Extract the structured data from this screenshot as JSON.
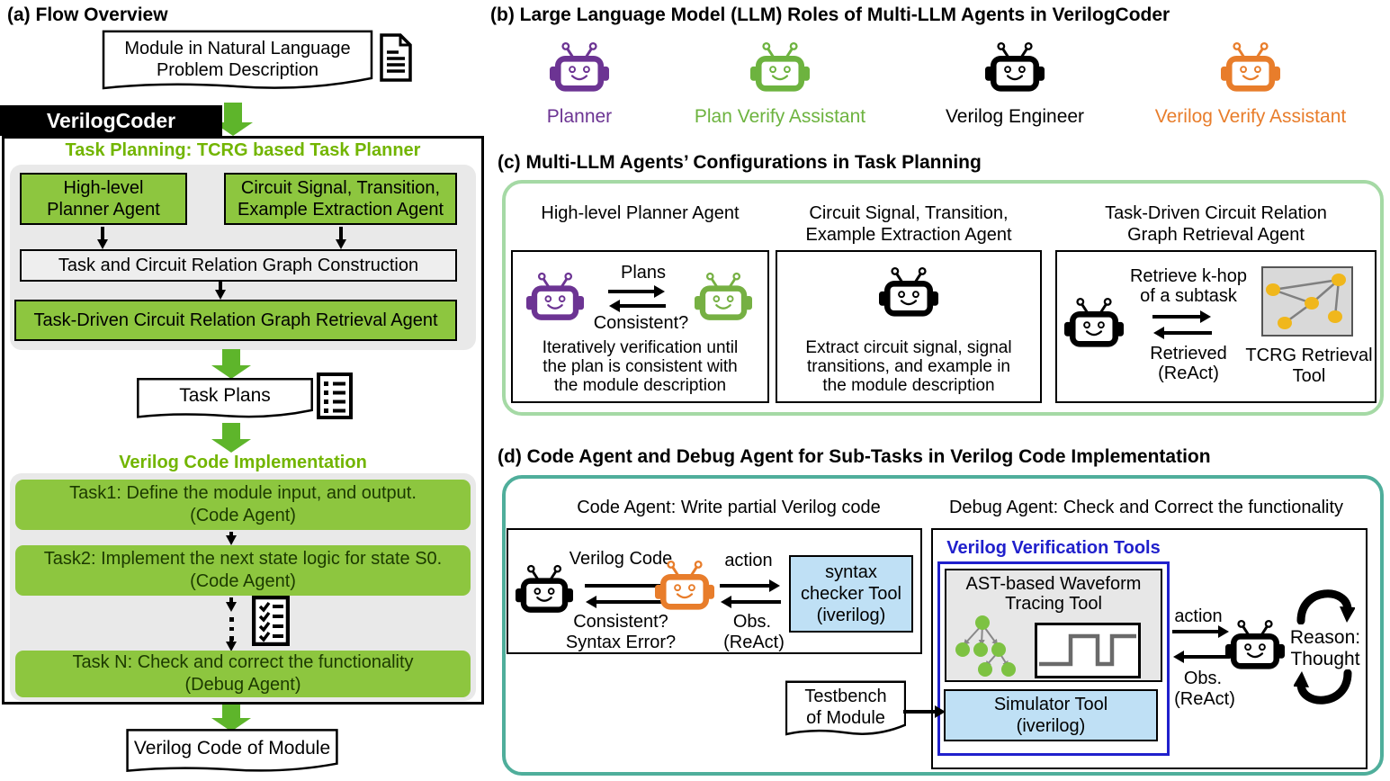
{
  "panel_a": {
    "title": "(a) Flow Overview",
    "module_banner": [
      "Module in Natural Language",
      "Problem Description"
    ],
    "verilogcoder": "VerilogCoder",
    "task_planning_heading": "Task Planning: TCRG based Task Planner",
    "high_level_planner": [
      "High-level",
      "Planner Agent"
    ],
    "extraction_agent": [
      "Circuit Signal, Transition,",
      "Example Extraction Agent"
    ],
    "graph_construction": "Task and Circuit Relation Graph Construction",
    "graph_retrieval_agent": "Task-Driven Circuit Relation Graph Retrieval Agent",
    "task_plans": "Task Plans",
    "code_impl_heading": "Verilog Code Implementation",
    "task1": [
      "Task1: Define the module input, and output.",
      "(Code Agent)"
    ],
    "task2": [
      "Task2: Implement the next state logic for state S0.",
      "(Code Agent)"
    ],
    "taskN": [
      "Task N: Check and correct the functionality",
      "(Debug Agent)"
    ],
    "output_banner": "Verilog Code of Module"
  },
  "panel_b": {
    "title": "(b) Large Language Model (LLM) Roles of Multi-LLM Agents in VerilogCoder",
    "roles": [
      {
        "label": "Planner",
        "color": "#6c3493"
      },
      {
        "label": "Plan Verify Assistant",
        "color": "#6db33f"
      },
      {
        "label": "Verilog Engineer",
        "color": "#000000"
      },
      {
        "label": "Verilog Verify Assistant",
        "color": "#e87d2b"
      }
    ]
  },
  "panel_c": {
    "title": "(c) Multi-LLM Agents’ Configurations in Task Planning",
    "planner": {
      "heading": "High-level Planner Agent",
      "arrow_top_label": "Plans",
      "arrow_bottom_label": "Consistent?",
      "description": [
        "Iteratively verification until",
        "the plan is consistent with",
        "the module description"
      ]
    },
    "extraction": {
      "heading": [
        "Circuit Signal, Transition,",
        "Example Extraction Agent"
      ],
      "description": [
        "Extract circuit signal, signal",
        "transitions, and example in",
        "the module description"
      ]
    },
    "retrieval": {
      "heading": [
        "Task-Driven Circuit Relation",
        "Graph Retrieval Agent"
      ],
      "arrow_top_label": [
        "Retrieve k-hop",
        "of a subtask"
      ],
      "arrow_bottom_label": [
        "Retrieved",
        "(ReAct)"
      ],
      "tool_caption": [
        "TCRG Retrieval",
        "Tool"
      ]
    }
  },
  "panel_d": {
    "title": "(d) Code Agent and Debug Agent for Sub-Tasks in Verilog Code Implementation",
    "code_agent": {
      "heading": "Code Agent: Write partial Verilog code",
      "top_label": "Verilog Code",
      "bottom_label": [
        "Consistent?",
        "Syntax Error?"
      ],
      "action_label": "action",
      "obs_label": [
        "Obs.",
        "(ReAct)"
      ],
      "tool": [
        "syntax",
        "checker Tool",
        "(iverilog)"
      ]
    },
    "debug_agent": {
      "heading": "Debug Agent: Check and Correct the functionality",
      "tools_title": "Verilog Verification Tools",
      "ast_tool": [
        "AST-based Waveform",
        "Tracing Tool"
      ],
      "simulator": [
        "Simulator Tool",
        "(iverilog)"
      ],
      "testbench": [
        "Testbench",
        "of Module"
      ],
      "action_label": "action",
      "obs_label": [
        "Obs.",
        "(ReAct)"
      ],
      "reason": [
        "Reason:",
        "Thought"
      ]
    }
  },
  "colors": {
    "heading_green": "#72b500",
    "arrow_green": "#5eb52b",
    "box_green": "#8dc63f",
    "panel_c_border": "#a5d9a5",
    "panel_d_border": "#4fae9b",
    "blue": "#2020cc",
    "light_blue": "#bfe0f5",
    "robot_purple": "#6c3493",
    "robot_green": "#76b043",
    "robot_black": "#000000",
    "robot_orange": "#e87d2b",
    "node_yellow": "#f0b71c"
  },
  "icons": {
    "document": "document-page-icon",
    "task_plans": "bullet-list-icon",
    "subtask_checklist": "checklist-icon",
    "tcrg_graph": "node-graph-icon",
    "ast_tree": "tree-graph-icon",
    "waveform": "square-wave-icon",
    "reason_cycle": "circular-arrows-icon",
    "robot": "robot-icon"
  }
}
